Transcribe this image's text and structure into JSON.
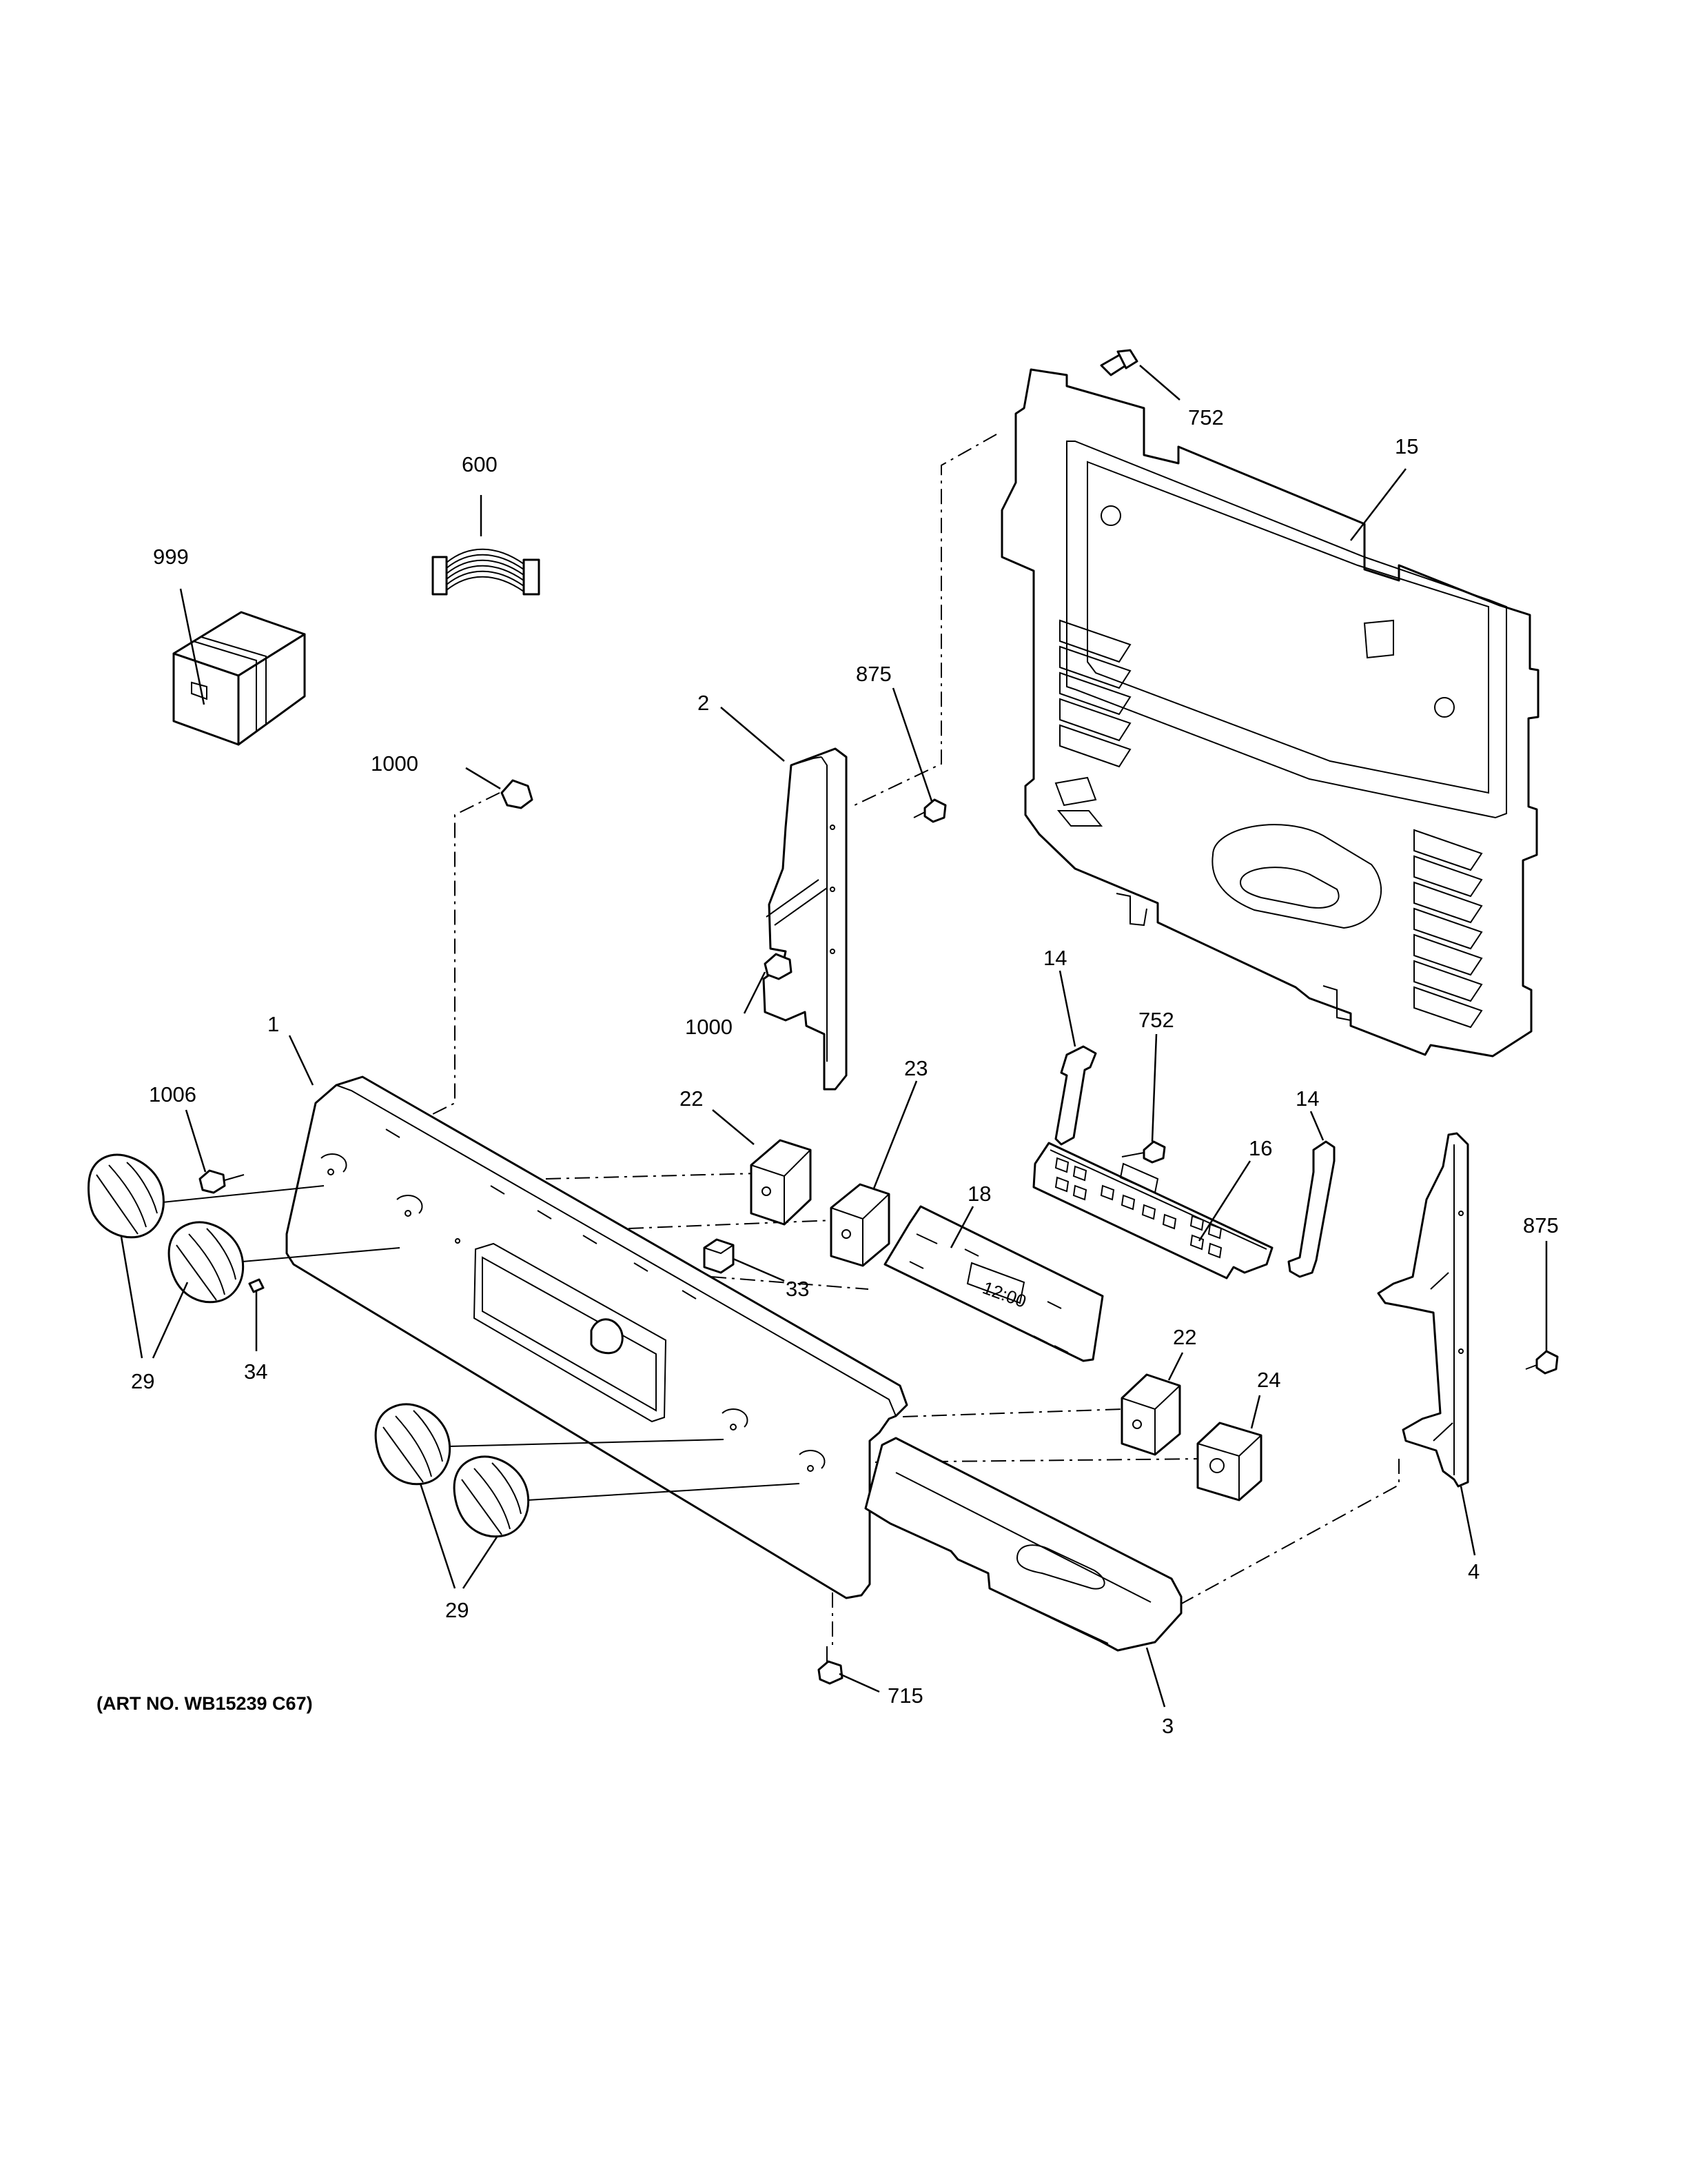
{
  "diagram": {
    "callouts": {
      "c752_top": "752",
      "c15": "15",
      "c600": "600",
      "c999": "999",
      "c875_top": "875",
      "c2": "2",
      "c1000_top": "1000",
      "c1000_mid": "1000",
      "c1": "1",
      "c1006": "1006",
      "c14_left": "14",
      "c752_mid": "752",
      "c16": "16",
      "c14_right": "14",
      "c22_top": "22",
      "c23": "23",
      "c18": "18",
      "c875_right": "875",
      "c33": "33",
      "c29_left": "29",
      "c34": "34",
      "c22_bottom": "22",
      "c24": "24",
      "c4": "4",
      "c29_bottom": "29",
      "c715": "715",
      "c3": "3"
    },
    "control_display": "12:00",
    "art_number": "(ART NO. WB15239 C67)"
  }
}
